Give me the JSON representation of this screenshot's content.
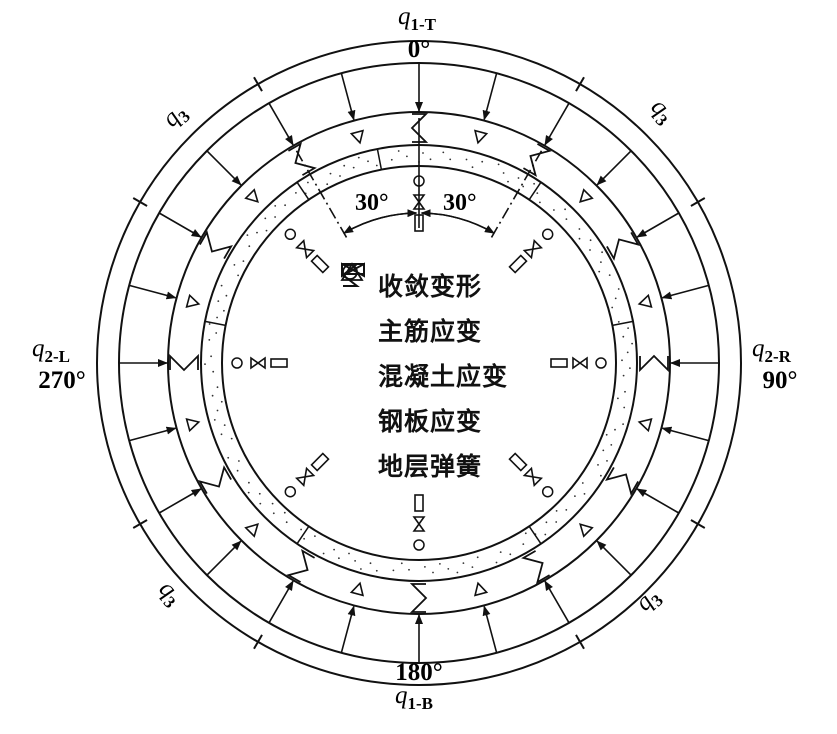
{
  "loads": {
    "top": {
      "var": "q",
      "sub": "1-T",
      "angle": "0°"
    },
    "right": {
      "var": "q",
      "sub": "2-R",
      "angle": "90°"
    },
    "bottom": {
      "var": "q",
      "sub": "1-B",
      "angle": "180°"
    },
    "left": {
      "var": "q",
      "sub": "2-L",
      "angle": "270°"
    },
    "diagonal": {
      "var": "q",
      "sub": "3"
    }
  },
  "angle_annotations": [
    "30°",
    "30°"
  ],
  "legend": [
    {
      "symbol": "rectangle",
      "label": "收敛变形"
    },
    {
      "symbol": "bowtie",
      "label": "主筋应变"
    },
    {
      "symbol": "triangle",
      "label": "混凝土应变"
    },
    {
      "symbol": "circle",
      "label": "钢板应变"
    },
    {
      "symbol": "spring",
      "label": "地层弹簧"
    }
  ]
}
